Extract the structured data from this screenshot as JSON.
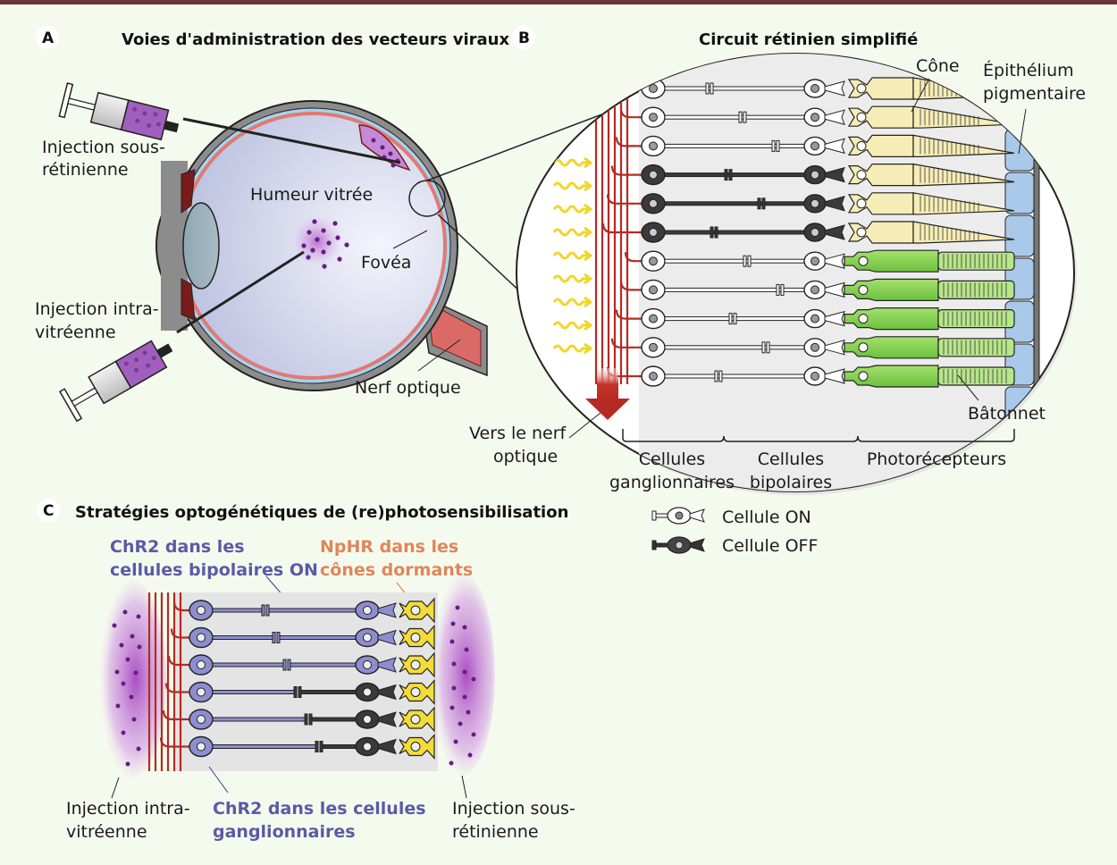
{
  "colors": {
    "background": "#f4fbee",
    "top_bar": "#6b3340",
    "virus_purple": "#7a1f9a",
    "nerve_red": "#b52a22",
    "cone_yellow": "#f6edb6",
    "rod_green": "#7ccf4a",
    "epithelium_blue": "#a9c9ea",
    "chr2_blue": "#5b5aa6",
    "npHR_orange": "#e0865a",
    "npHR_cone_yellow": "#f3dc3a",
    "light_yellow": "#f3dc3a"
  },
  "panel_a": {
    "letter": "A",
    "title": "Voies d'administration des vecteurs viraux",
    "labels": {
      "subretinal_injection_line1": "Injection sous-",
      "subretinal_injection_line2": "rétinienne",
      "intravitreal_injection_line1": "Injection intra-",
      "intravitreal_injection_line2": "vitréenne",
      "vitreous_humor": "Humeur vitrée",
      "fovea": "Fovéa",
      "optic_nerve": "Nerf optique"
    }
  },
  "panel_b": {
    "letter": "B",
    "title": "Circuit rétinien simplifié",
    "labels": {
      "cone": "Cône",
      "epithelium_line1": "Épithélium",
      "epithelium_line2": "pigmentaire",
      "rod": "Bâtonnet",
      "to_optic_nerve_line1": "Vers le nerf",
      "to_optic_nerve_line2": "optique"
    },
    "layer_groups": [
      {
        "line1": "Cellules",
        "line2": "ganglionnaires"
      },
      {
        "line1": "Cellules",
        "line2": "bipolaires"
      },
      {
        "line1": "Photorécepteurs",
        "line2": ""
      }
    ],
    "legend": [
      {
        "label": "Cellule ON",
        "type": "on"
      },
      {
        "label": "Cellule OFF",
        "type": "off"
      }
    ],
    "rows": [
      "on-cone",
      "on-cone",
      "on-cone",
      "off-cone",
      "off-cone",
      "off-cone",
      "on-rod",
      "on-rod",
      "on-rod",
      "on-rod",
      "on-rod"
    ]
  },
  "panel_c": {
    "letter": "C",
    "title": "Stratégies optogénétiques de (re)photosensibilisation",
    "labels": {
      "chr2_bipolar_line1": "ChR2 dans les",
      "chr2_bipolar_line2": "cellules bipolaires ON",
      "nphr_line1": "NpHR dans les",
      "nphr_line2": "cônes dormants",
      "chr2_ganglion_line1": "ChR2 dans les cellules",
      "chr2_ganglion_line2": "ganglionnaires",
      "intravitreal_line1": "Injection intra-",
      "intravitreal_line2": "vitréenne",
      "subretinal_line1": "Injection sous-",
      "subretinal_line2": "rétinienne"
    },
    "rows": [
      "on",
      "on",
      "on",
      "off",
      "off",
      "off"
    ]
  }
}
